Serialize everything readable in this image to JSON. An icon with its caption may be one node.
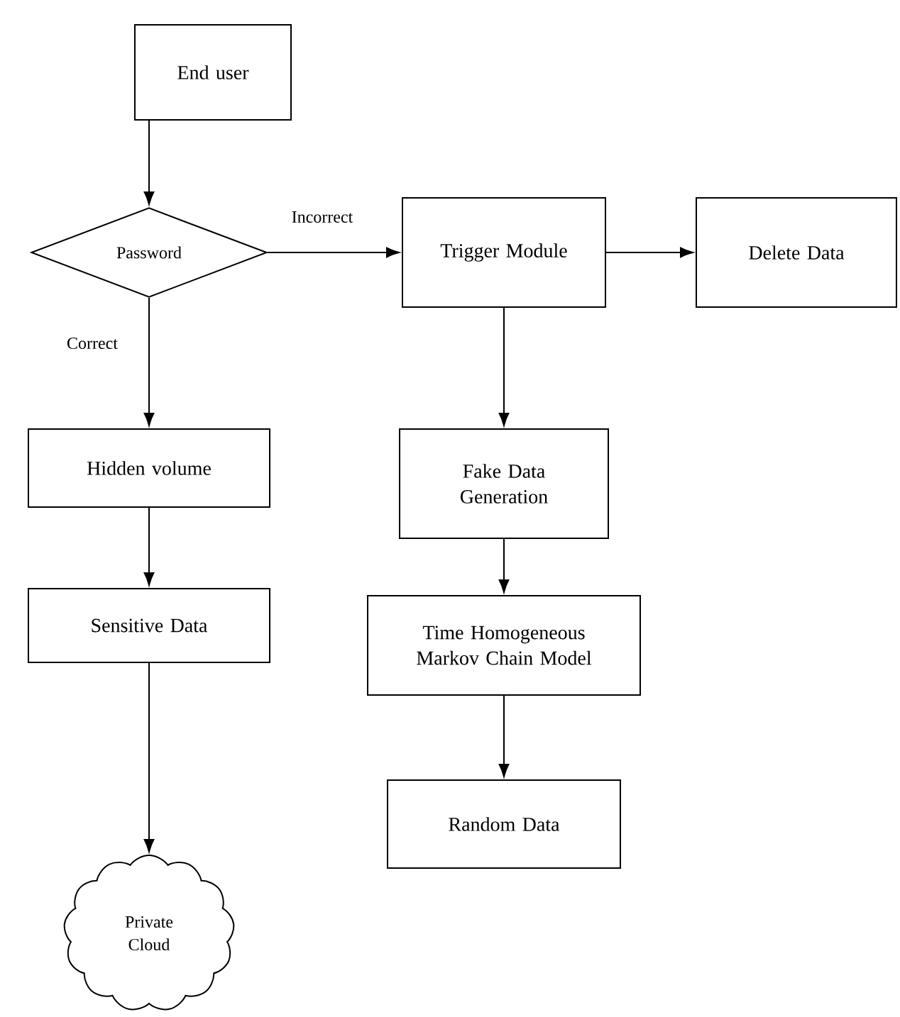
{
  "diagram": {
    "nodes": [
      {
        "text": [
          "End user"
        ]
      },
      {
        "text": [
          "Password"
        ]
      },
      {
        "text": [
          "Trigger Module"
        ]
      },
      {
        "text": [
          "Delete Data"
        ]
      },
      {
        "text": [
          "Hidden volume"
        ]
      },
      {
        "text": [
          "Fake Data Generation"
        ]
      },
      {
        "text": [
          "Sensitive Data"
        ]
      },
      {
        "text": [
          "Time Homogeneous Markov Chain Model"
        ]
      },
      {
        "text": [
          "Random Data"
        ]
      },
      {
        "text": [
          "Private Cloud"
        ]
      }
    ],
    "edges": [
      {
        "from": 0,
        "to": 1,
        "arrow": "to"
      },
      {
        "from": 1,
        "to": 2,
        "arrow": "to",
        "label": "Incorrect"
      },
      {
        "from": 1,
        "to": 4,
        "arrow": "to",
        "label": "Correct"
      },
      {
        "from": 2,
        "to": 3,
        "arrow": "to"
      },
      {
        "from": 2,
        "to": 5,
        "arrow": "to"
      },
      {
        "from": 4,
        "to": 6,
        "arrow": "to"
      },
      {
        "from": 5,
        "to": 7,
        "arrow": "to"
      },
      {
        "from": 6,
        "to": 9,
        "arrow": "to"
      },
      {
        "from": 7,
        "to": 8,
        "arrow": "to"
      }
    ]
  }
}
